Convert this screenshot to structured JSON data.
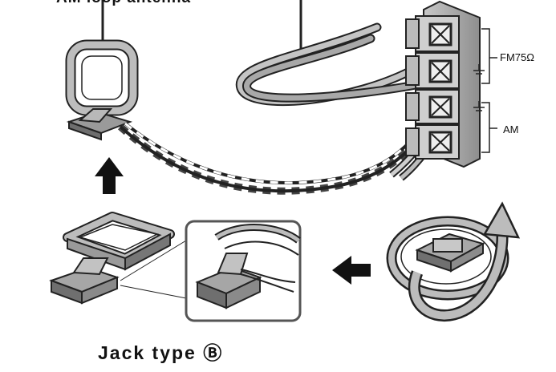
{
  "labels": {
    "top_caption": "AM loop antenna",
    "fm_terminal": "FM75Ω",
    "am_terminal": "AM",
    "jack_type": "Jack type Ⓑ"
  },
  "icons": {
    "up_arrow": "up-arrow-icon",
    "left_arrow": "left-arrow-icon",
    "rotate_arrow": "rotate-arrow-icon",
    "ground_symbol": "ground-icon"
  },
  "colors": {
    "line": "#222222",
    "shade_dark": "#8a8a8a",
    "shade_mid": "#b4b4b4",
    "shade_light": "#d8d8d8",
    "background": "#ffffff"
  }
}
